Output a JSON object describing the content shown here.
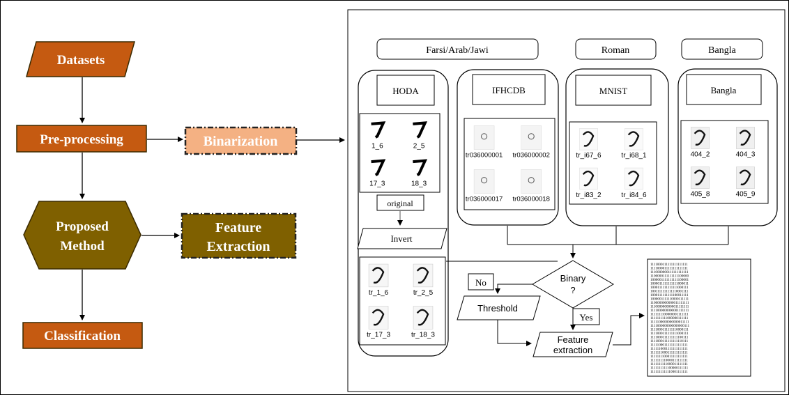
{
  "left": {
    "datasets": "Datasets",
    "preprocessing": "Pre-processing",
    "binarization": "Binarization",
    "proposed_line1": "Proposed",
    "proposed_line2": "Method",
    "feature_line1": "Feature",
    "feature_line2": "Extraction",
    "classification": "Classification"
  },
  "colors": {
    "orange": "#c55a11",
    "orange_light": "#f4b183",
    "olive": "#7f6000",
    "border_dark": "#3a2a00"
  },
  "right": {
    "groups": {
      "farsi": "Farsi/Arab/Jawi",
      "roman": "Roman",
      "bangla": "Bangla"
    },
    "hoda": {
      "title": "HODA",
      "samples": [
        "1_6",
        "2_5",
        "17_3",
        "18_3"
      ],
      "original": "original",
      "invert": "Invert",
      "inverted": [
        "tr_1_6",
        "tr_2_5",
        "tr_17_3",
        "tr_18_3"
      ]
    },
    "ifhcdb": {
      "title": "IFHCDB",
      "samples": [
        "tr036000001",
        "tr036000002",
        "tr036000017",
        "tr036000018"
      ]
    },
    "mnist": {
      "title": "MNIST",
      "samples": [
        "tr_i67_6",
        "tr_i68_1",
        "tr_i83_2",
        "tr_i84_6"
      ]
    },
    "bangla_ds": {
      "title": "Bangla",
      "samples": [
        "404_2",
        "404_3",
        "405_8",
        "405_9"
      ]
    },
    "flow": {
      "decision_line1": "Binary",
      "decision_line2": "?",
      "no": "No",
      "yes": "Yes",
      "threshold": "Threshold",
      "feat_line1": "Feature",
      "feat_line2": "extraction"
    },
    "binary_matrix": [
      "1111000111111111111111",
      "1111000011111111111111",
      "1110000000111111111111",
      "1100000111111111100000",
      "1000001111111111100001",
      "1000011111111111000011",
      "1000111111111111000111",
      "1001111111111110001111",
      "1000111111111100011111",
      "1000001111110000111111",
      "1100000000000011111111",
      "1110000000000011111111",
      "1111000000000001111111",
      "1111111100000001111111",
      "1111111111000000111111",
      "1111100000000000011111",
      "1111000000000000000111",
      "1111000111111110000111",
      "1111000111111111000111",
      "1111000111111111100111",
      "1111000111111111110111",
      "1111100011111111111111",
      "1111110001111111111111",
      "1111111000111111111111",
      "1111111100011111111111",
      "1111111110000111111111",
      "1111111111000011111111",
      "1111111111100000111111",
      "1111111111110001111111"
    ]
  }
}
